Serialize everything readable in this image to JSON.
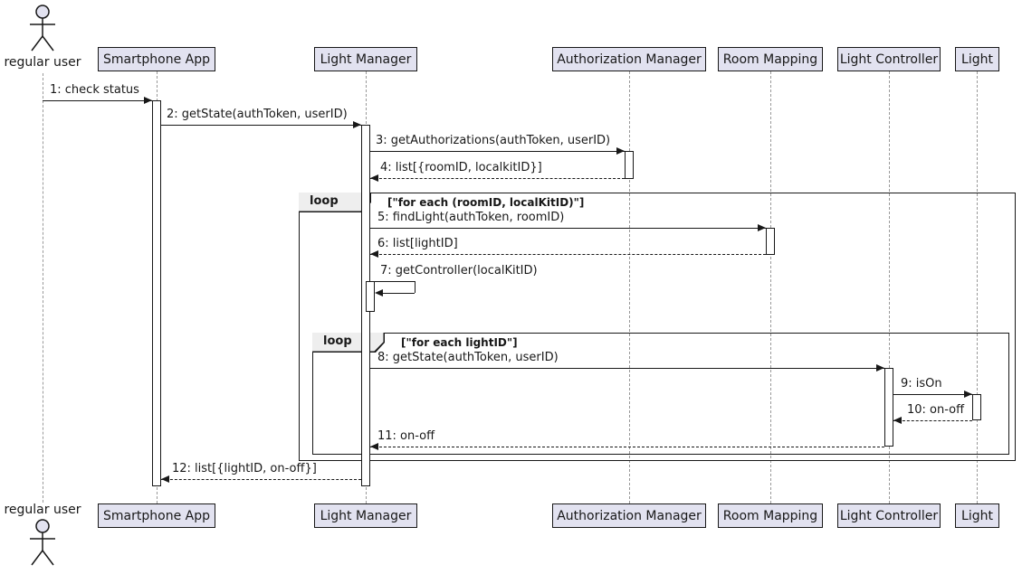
{
  "diagram": {
    "type": "uml-sequence-diagram",
    "actor": {
      "label": "regular user"
    },
    "participants": [
      {
        "label": "Smartphone App"
      },
      {
        "label": "Light Manager"
      },
      {
        "label": "Authorization Manager"
      },
      {
        "label": "Room Mapping"
      },
      {
        "label": "Light Controller"
      },
      {
        "label": "Light"
      }
    ],
    "messages": [
      {
        "label": "1: check status",
        "from": "regular user",
        "to": "Smartphone App",
        "style": "solid"
      },
      {
        "label": "2: getState(authToken, userID)",
        "from": "Smartphone App",
        "to": "Light Manager",
        "style": "solid"
      },
      {
        "label": "3: getAuthorizations(authToken, userID)",
        "from": "Light Manager",
        "to": "Authorization Manager",
        "style": "solid"
      },
      {
        "label": "4: list[{roomID, localkitID}]",
        "from": "Authorization Manager",
        "to": "Light Manager",
        "style": "dashed"
      },
      {
        "label": "5: findLight(authToken, roomID)",
        "from": "Light Manager",
        "to": "Room Mapping",
        "style": "solid"
      },
      {
        "label": "6: list[lightID]",
        "from": "Room Mapping",
        "to": "Light Manager",
        "style": "dashed"
      },
      {
        "label": "7: getController(localKitID)",
        "from": "Light Manager",
        "to": "Light Manager",
        "style": "solid-self"
      },
      {
        "label": "8: getState(authToken, userID)",
        "from": "Light Manager",
        "to": "Light Controller",
        "style": "solid"
      },
      {
        "label": "9: isOn",
        "from": "Light Controller",
        "to": "Light",
        "style": "solid"
      },
      {
        "label": "10: on-off",
        "from": "Light",
        "to": "Light Controller",
        "style": "dashed"
      },
      {
        "label": "11: on-off",
        "from": "Light Controller",
        "to": "Light Manager",
        "style": "dashed"
      },
      {
        "label": "12: list[{lightID, on-off}]",
        "from": "Light Manager",
        "to": "Smartphone App",
        "style": "dashed"
      }
    ],
    "fragments": [
      {
        "keyword": "loop",
        "guard": "[\"for each (roomID, localKitID)\"]"
      },
      {
        "keyword": "loop",
        "guard": "[\"for each lightID\"]"
      }
    ],
    "colors": {
      "participant_fill": "#E2E2F0",
      "stroke": "#181818",
      "lifeline": "#999999",
      "fragment_tab_fill": "#EEEEEE",
      "activation_fill": "#FFFFFF",
      "background": "#FFFFFF"
    }
  }
}
